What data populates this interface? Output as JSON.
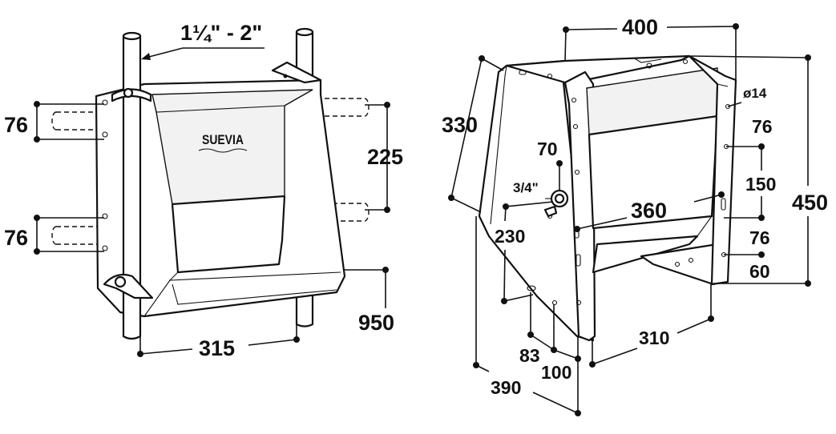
{
  "brand": {
    "logo_text": "SUEVIA"
  },
  "left_view": {
    "pipe_range": "1¼\" - 2\"",
    "dim_76_upper": "76",
    "dim_76_lower": "76",
    "dim_225": "225",
    "dim_950": "950",
    "dim_315": "315"
  },
  "right_view": {
    "dim_400": "400",
    "dim_330": "330",
    "hole_diameter": "ø14",
    "dim_76_upper": "76",
    "dim_150": "150",
    "dim_76_lower": "76",
    "dim_60": "60",
    "dim_450": "450",
    "dim_70": "70",
    "thread_size": "3/4\"",
    "dim_360": "360",
    "dim_230": "230",
    "dim_310": "310",
    "dim_83": "83",
    "dim_100": "100",
    "dim_390": "390"
  }
}
